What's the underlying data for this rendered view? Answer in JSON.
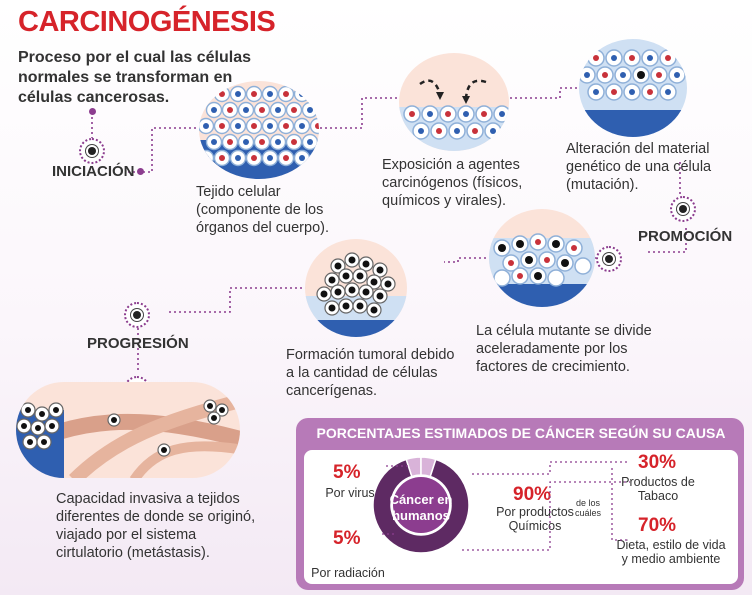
{
  "title": "CARCINOGÉNESIS",
  "intro": "Proceso por el cual las células normales se transforman en células cancerosas.",
  "stages": {
    "iniciacion": "INICIACIÓN",
    "promocion": "PROMOCIÓN",
    "progresion": "PROGRESIÓN"
  },
  "steps": {
    "tejido": "Tejido celular (componente de los órganos del cuerpo).",
    "exposicion": "Exposición a agentes carcinógenos (físicos, químicos y virales).",
    "alteracion": "Alteración del material genético de una célula (mutación).",
    "divide": "La célula mutante se divide aceleradamente por los factores de crecimiento.",
    "formacion": "Formación tumoral debido a la cantidad de células cancerígenas.",
    "capacidad": "Capacidad invasiva a tejidos diferentes de donde se originó, viajado por el sistema cirtulatorio (metástasis)."
  },
  "panel": {
    "title": "PORCENTAJES ESTIMADOS DE CÁNCER SEGÚN SU CAUSA",
    "center": "Cáncer en humanos",
    "virus": {
      "pct": "5%",
      "label": "Por virus"
    },
    "radiacion": {
      "pct": "5%",
      "label": "Por radiación"
    },
    "quimicos": {
      "pct": "90%",
      "label": "Por productos Químicos"
    },
    "de_los_cuales": "de los cuáles",
    "tabaco": {
      "pct": "30%",
      "label": "Productos de Tabaco"
    },
    "dieta": {
      "pct": "70%",
      "label": "Dieta, estilo de vida y medio ambiente"
    }
  },
  "chart_data": {
    "type": "pie",
    "title": "PORCENTAJES ESTIMADOS DE CÁNCER SEGÚN SU CAUSA",
    "categories": [
      "Por virus",
      "Por radiación",
      "Por productos Químicos"
    ],
    "values": [
      5,
      5,
      90
    ],
    "sub_breakdown": {
      "of": "Por productos Químicos",
      "categories": [
        "Productos de Tabaco",
        "Dieta, estilo de vida y medio ambiente"
      ],
      "values": [
        30,
        70
      ]
    }
  },
  "colors": {
    "accent": "#d6232a",
    "purple": "#8c3d8f",
    "panel": "#b77ab8",
    "donut_dark": "#5e2a63",
    "donut_light": "#d9b3d9"
  }
}
